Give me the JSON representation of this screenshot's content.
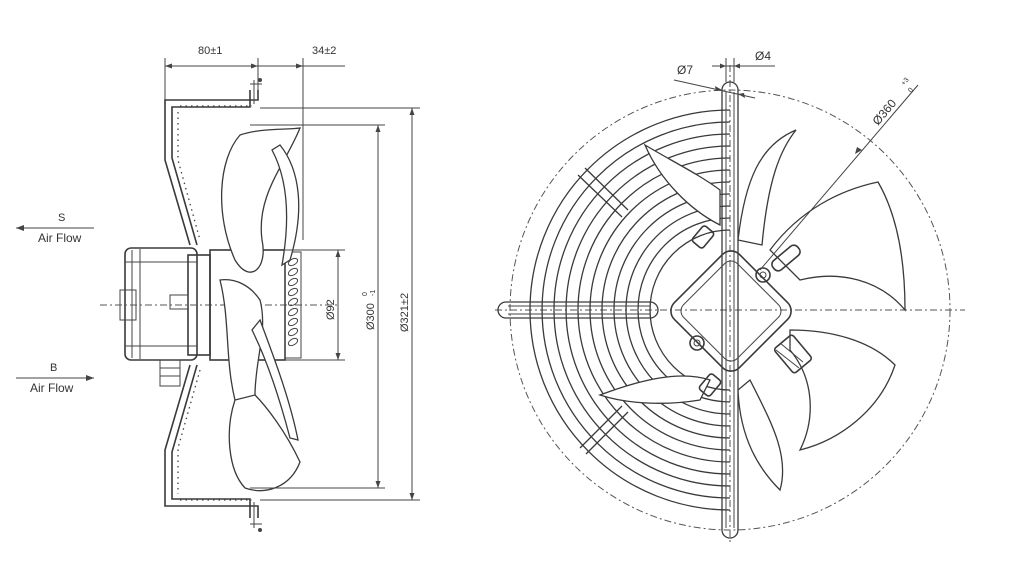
{
  "side_view": {
    "dim_top_left": "80±1",
    "dim_top_right": "34±2",
    "dia_hub": "Ø92",
    "dia_inner": "Ø300",
    "dia_inner_tol_upper": "0",
    "dia_inner_tol_lower": "-1",
    "dia_outer": "Ø321±2",
    "airflow_s_letter": "S",
    "airflow_s_label": "Air Flow",
    "airflow_b_letter": "B",
    "airflow_b_label": "Air Flow"
  },
  "front_view": {
    "dia_hole": "Ø7",
    "dia_wire": "Ø4",
    "dia_mount": "Ø360",
    "dia_mount_tol_upper": "+3",
    "dia_mount_tol_lower": "0"
  },
  "colors": {
    "line": "#3a3a3a",
    "background": "#ffffff"
  }
}
